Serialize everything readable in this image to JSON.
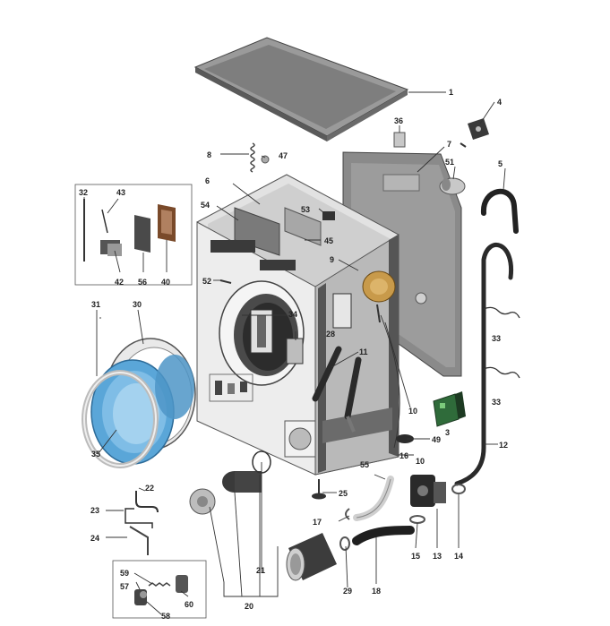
{
  "part_labels": {
    "p1": "1",
    "p3": "3",
    "p4": "4",
    "p5": "5",
    "p6": "6",
    "p7": "7",
    "p8": "8",
    "p9": "9",
    "p10a": "10",
    "p10b": "10",
    "p11": "11",
    "p12": "12",
    "p13": "13",
    "p14": "14",
    "p15": "15",
    "p16": "16",
    "p17": "17",
    "p18": "18",
    "p20": "20",
    "p21": "21",
    "p22": "22",
    "p23": "23",
    "p24": "24",
    "p25": "25",
    "p28": "28",
    "p29": "29",
    "p30": "30",
    "p31": "31",
    "p32": "32",
    "p33a": "33",
    "p33b": "33",
    "p34": "34",
    "p35": "35",
    "p36": "36",
    "p40": "40",
    "p42": "42",
    "p43": "43",
    "p45": "45",
    "p47": "47",
    "p49": "49",
    "p51": "51",
    "p52": "52",
    "p53": "53",
    "p54": "54",
    "p55": "55",
    "p56": "56",
    "p57": "57",
    "p58": "58",
    "p59": "59",
    "p60": "60"
  },
  "colors": {
    "door_seal_blue": "#5aa6d8",
    "cabinet_grey": "#d9d9d9",
    "panel_dark": "#8c8c8c",
    "hose_dark": "#3a3a3a",
    "bellows_tan": "#c89a4a",
    "board_green": "#2f6b3a"
  }
}
